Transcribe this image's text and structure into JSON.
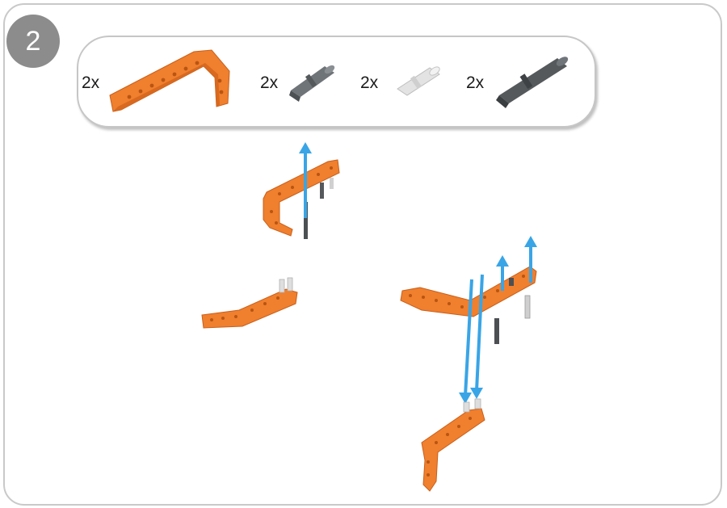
{
  "step": {
    "number": "2"
  },
  "parts": [
    {
      "quantity": "2x",
      "icon": "orange-l-beam-icon",
      "color": "#f07f2e"
    },
    {
      "quantity": "2x",
      "icon": "dark-gray-axle-pin-icon",
      "color": "#6f7478"
    },
    {
      "quantity": "2x",
      "icon": "light-gray-pin-icon",
      "color": "#d9d9d9"
    },
    {
      "quantity": "2x",
      "icon": "dark-gray-long-pin-icon",
      "color": "#55595c"
    }
  ],
  "colors": {
    "beam": "#f07f2e",
    "arrow": "#39a5e6",
    "badge": "#8c8c8c",
    "border": "#c9c9c9"
  }
}
